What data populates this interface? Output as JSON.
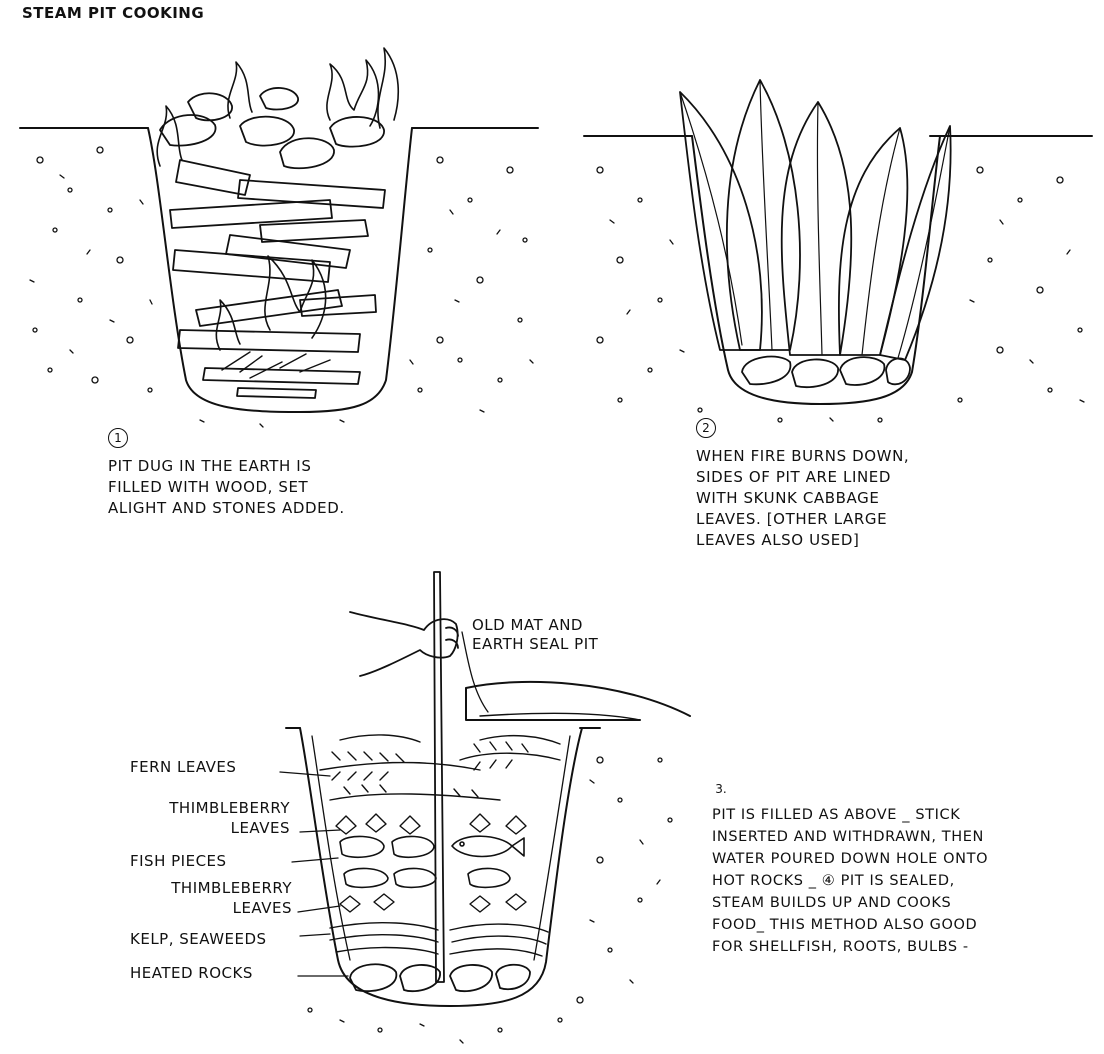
{
  "title": "STEAM PIT COOKING",
  "panels": [
    {
      "number": "1",
      "caption_lines": [
        "PIT DUG IN THE EARTH IS",
        "FILLED WITH WOOD, SET",
        "ALIGHT AND STONES ADDED."
      ]
    },
    {
      "number": "2",
      "caption_lines": [
        "WHEN FIRE BURNS DOWN,",
        "SIDES OF PIT ARE LINED",
        "WITH SKUNK CABBAGE",
        "LEAVES. [OTHER LARGE",
        "LEAVES ALSO USED]"
      ]
    },
    {
      "number": "3.",
      "caption_lines": [
        "PIT IS FILLED AS ABOVE _ STICK",
        "INSERTED AND WITHDRAWN, THEN",
        "WATER POURED DOWN HOLE ONTO",
        "HOT ROCKS _ ④ PIT IS SEALED,",
        "STEAM BUILDS UP AND COOKS",
        "FOOD_ THIS METHOD ALSO GOOD",
        "FOR SHELLFISH, ROOTS, BULBS -"
      ],
      "labels": {
        "seal": [
          "OLD MAT AND",
          "EARTH SEAL PIT"
        ],
        "fern": "FERN LEAVES",
        "thimble_top": [
          "THIMBLEBERRY",
          "LEAVES"
        ],
        "fish": "FISH PIECES",
        "thimble_bottom": [
          "THIMBLEBERRY",
          "LEAVES"
        ],
        "kelp": "KELP, SEAWEEDS",
        "rocks": "HEATED ROCKS"
      }
    }
  ]
}
